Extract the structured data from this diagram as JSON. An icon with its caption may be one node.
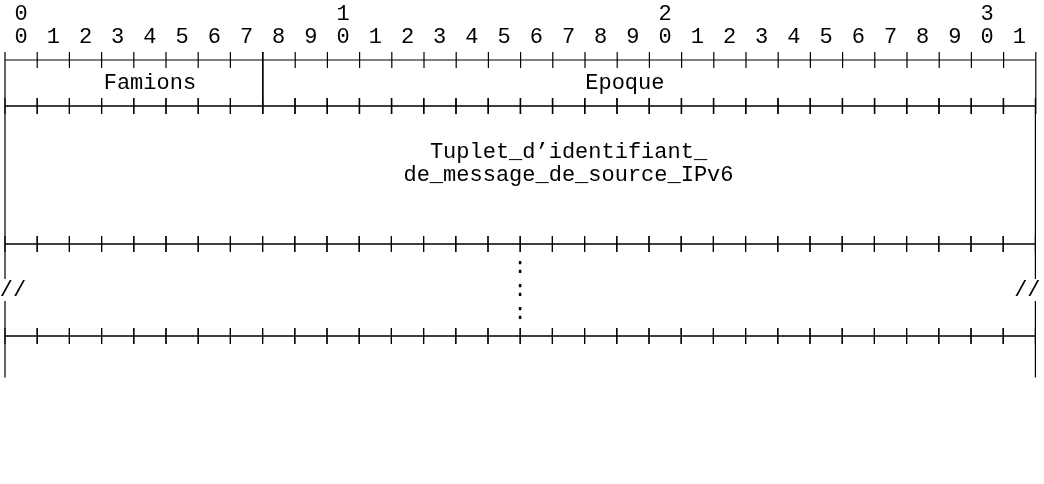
{
  "diagram": {
    "nodes": [
      {
        "text": [
          "Famions"
        ]
      },
      {
        "text": [
          "Epoque"
        ]
      },
      {
        "text": [
          "Tuplet_d’identifiant_ de_message_de_source_IPv6"
        ]
      },
      {
        "text": [],
        "shape": "box"
      },
      {
        "text": [],
        "shape": "box"
      }
    ],
    "labels": [
      "0",
      "1",
      "2",
      "3",
      "0",
      "1",
      "2",
      "3",
      "4",
      "5",
      "6",
      "7",
      "8",
      "9",
      "0",
      "1",
      "2",
      "3",
      "4",
      "5",
      "6",
      "7",
      "8",
      "9",
      "0",
      "1",
      "2",
      "3",
      "4",
      "5",
      "6",
      "7",
      "8",
      "9",
      "0",
      "1",
      ":",
      "//",
      ":",
      "//",
      ":"
    ]
  }
}
